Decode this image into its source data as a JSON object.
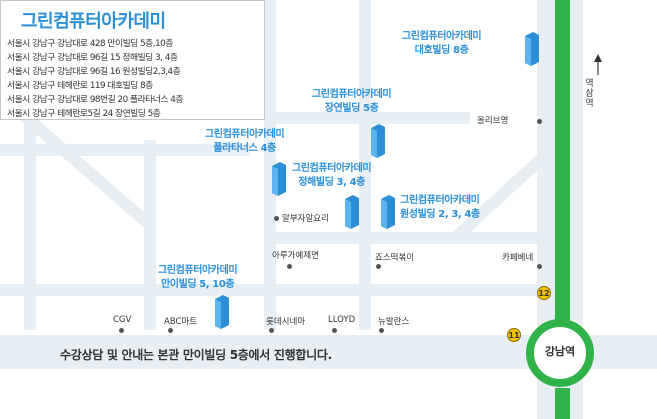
{
  "colors": {
    "accent": "#2a8fd6",
    "subway_line": "#2fb34a",
    "exit_badge": "#f2c200",
    "road": "#e7eef4"
  },
  "info_box": {
    "title": "그린컴퓨터아카데미",
    "addresses": [
      "서울시 강남구 강남대로 428 만이빌딩 5층,10층",
      "서울시 강남구 강남대로 96길 15 정해빌딩 3, 4층",
      "서울시 강남구 강남대로 96길 16 원성빌딩2,3,4층",
      "서울시 강남구 테헤란로 119 대호빌딩 8층",
      "서울시 강남구 강남대로 98번길 20 플라타너스 4층",
      "서울시 강남구 테헤란로5길 24 장연빌딩 5층"
    ]
  },
  "buildings": [
    {
      "name": "그린컴퓨터아카데미",
      "branch": "대호빌딩 8층"
    },
    {
      "name": "그린컴퓨터아카데미",
      "branch": "장연빌딩 5층"
    },
    {
      "name": "그린컴퓨터아카데미",
      "branch": "플라타너스 4층"
    },
    {
      "name": "그린컴퓨터아카데미",
      "branch": "정해빌딩 3, 4층"
    },
    {
      "name": "그린컴퓨터아카데미",
      "branch": "원성빌딩 2, 3, 4층"
    },
    {
      "name": "그린컴퓨터아카데미",
      "branch": "만이빌딩 5, 10층"
    }
  ],
  "landmarks": [
    "올리브영",
    "알부자알요리",
    "아루가예제면",
    "죠스떡볶이",
    "카페베네",
    "CGV",
    "ABC마트",
    "롯데시네마",
    "LLOYD",
    "뉴발란스"
  ],
  "exits": [
    "12",
    "11"
  ],
  "station": "강남역",
  "direction_label": "역삼역",
  "notice": "수강상담 및 안내는 본관 만이빌딩 5층에서 진행합니다."
}
